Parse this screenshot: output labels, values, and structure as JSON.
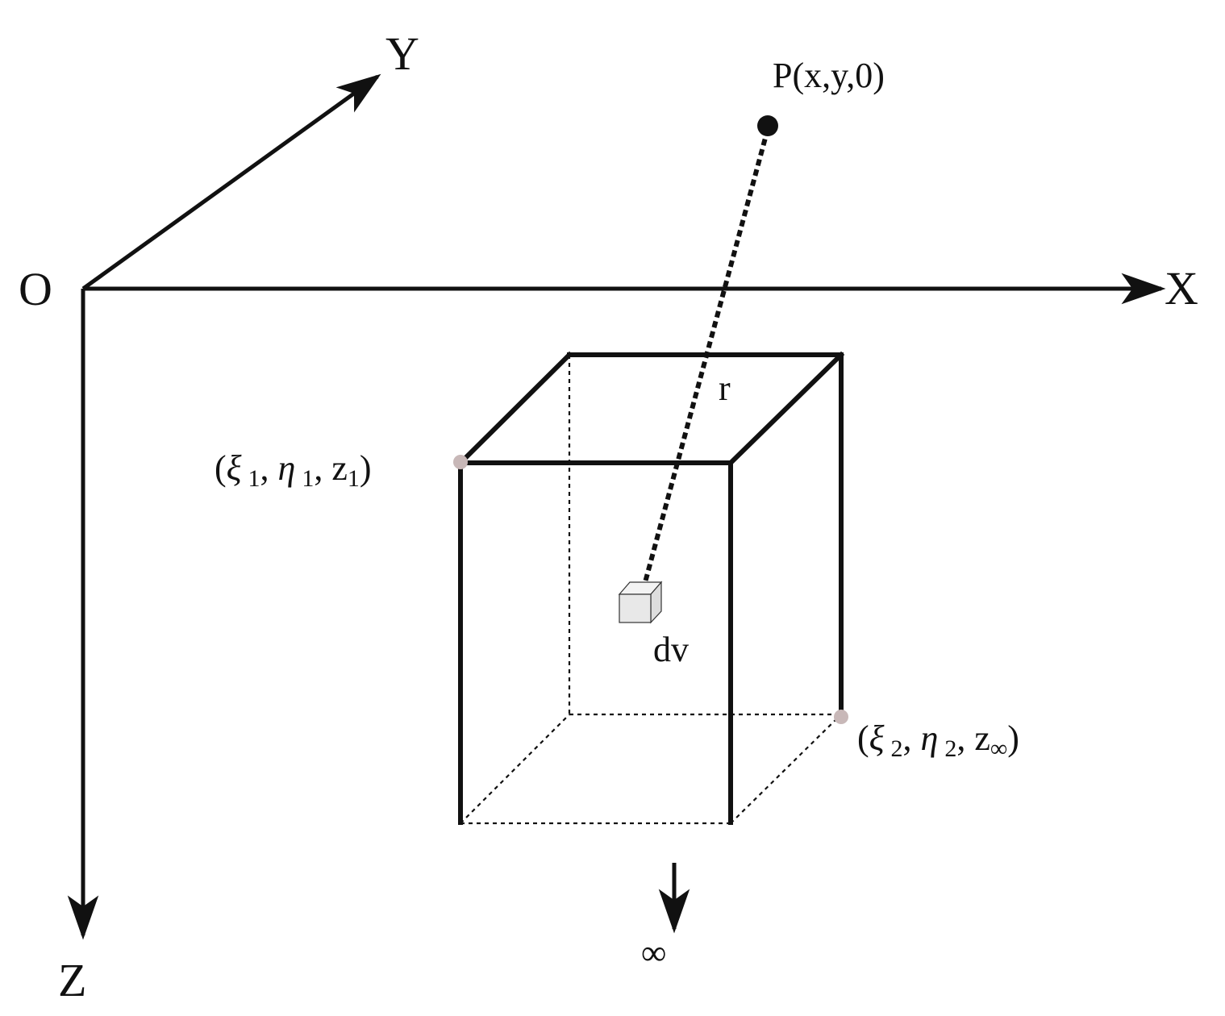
{
  "axes": {
    "origin_label": "O",
    "x_label": "X",
    "y_label": "Y",
    "z_label": "Z"
  },
  "point_p": {
    "label": "P(x,y,0)"
  },
  "distance": {
    "label": "r"
  },
  "volume_element": {
    "label": "dv"
  },
  "corner_top": {
    "open": "(",
    "xi": "ξ",
    "xi_sub": "1",
    "sep1": ", ",
    "eta": "η",
    "eta_sub": "1",
    "sep2": ", z",
    "z_sub": "1",
    "close": ")"
  },
  "corner_bottom": {
    "open": "(",
    "xi": "ξ",
    "xi_sub": "2",
    "sep1": ", ",
    "eta": "η",
    "eta_sub": "2",
    "sep2": ", z",
    "z_sub": "∞",
    "close": ")"
  },
  "depth_arrow": {
    "label": "∞"
  },
  "colors": {
    "line": "#111111",
    "corner_marker": "#c8b8b8",
    "volume_element_fill": "#e8e8e8"
  }
}
